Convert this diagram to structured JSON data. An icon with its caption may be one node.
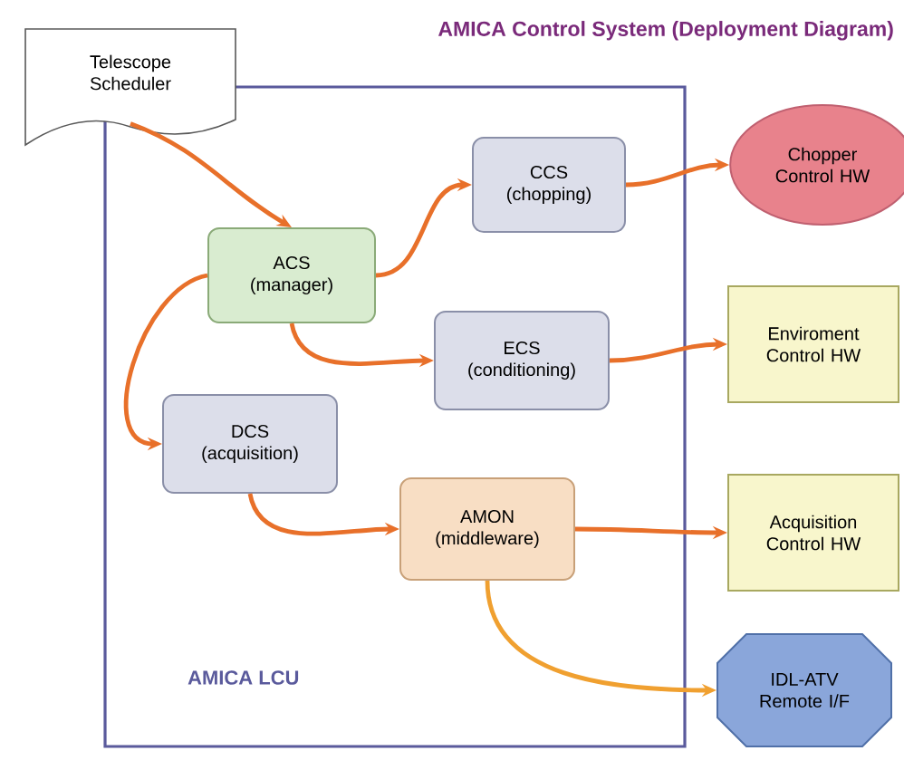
{
  "diagram": {
    "title": "AMICA Control System (Deployment Diagram)",
    "nodes": [
      {
        "text": [
          "AMICA LCU"
        ]
      },
      {
        "text": [
          "Telescope Scheduler"
        ]
      },
      {
        "text": [
          "ACS (manager)"
        ],
        "in": 0
      },
      {
        "text": [
          "CCS (chopping)"
        ],
        "in": 0
      },
      {
        "text": [
          "ECS (conditioning)"
        ],
        "in": 0
      },
      {
        "text": [
          "DCS (acquisition)"
        ],
        "in": 0
      },
      {
        "text": [
          "AMON (middleware)"
        ],
        "in": 0
      },
      {
        "text": [
          "Chopper Control HW"
        ]
      },
      {
        "text": [
          "Enviroment Control HW"
        ]
      },
      {
        "text": [
          "Acquisition Control HW"
        ]
      },
      {
        "text": [
          "IDL-ATV Remote I/F"
        ]
      }
    ],
    "edges": [
      {
        "from": 1,
        "to": 2,
        "arrow": "to"
      },
      {
        "from": 2,
        "to": 3,
        "arrow": "to"
      },
      {
        "from": 3,
        "to": 7,
        "arrow": "to"
      },
      {
        "from": 2,
        "to": 4,
        "arrow": "to"
      },
      {
        "from": 4,
        "to": 8,
        "arrow": "to"
      },
      {
        "from": 2,
        "to": 5,
        "arrow": "to"
      },
      {
        "from": 5,
        "to": 6,
        "arrow": "to"
      },
      {
        "from": 6,
        "to": 9,
        "arrow": "to"
      },
      {
        "from": 6,
        "to": 10,
        "arrow": "to",
        "color": "#f0a030"
      }
    ]
  }
}
